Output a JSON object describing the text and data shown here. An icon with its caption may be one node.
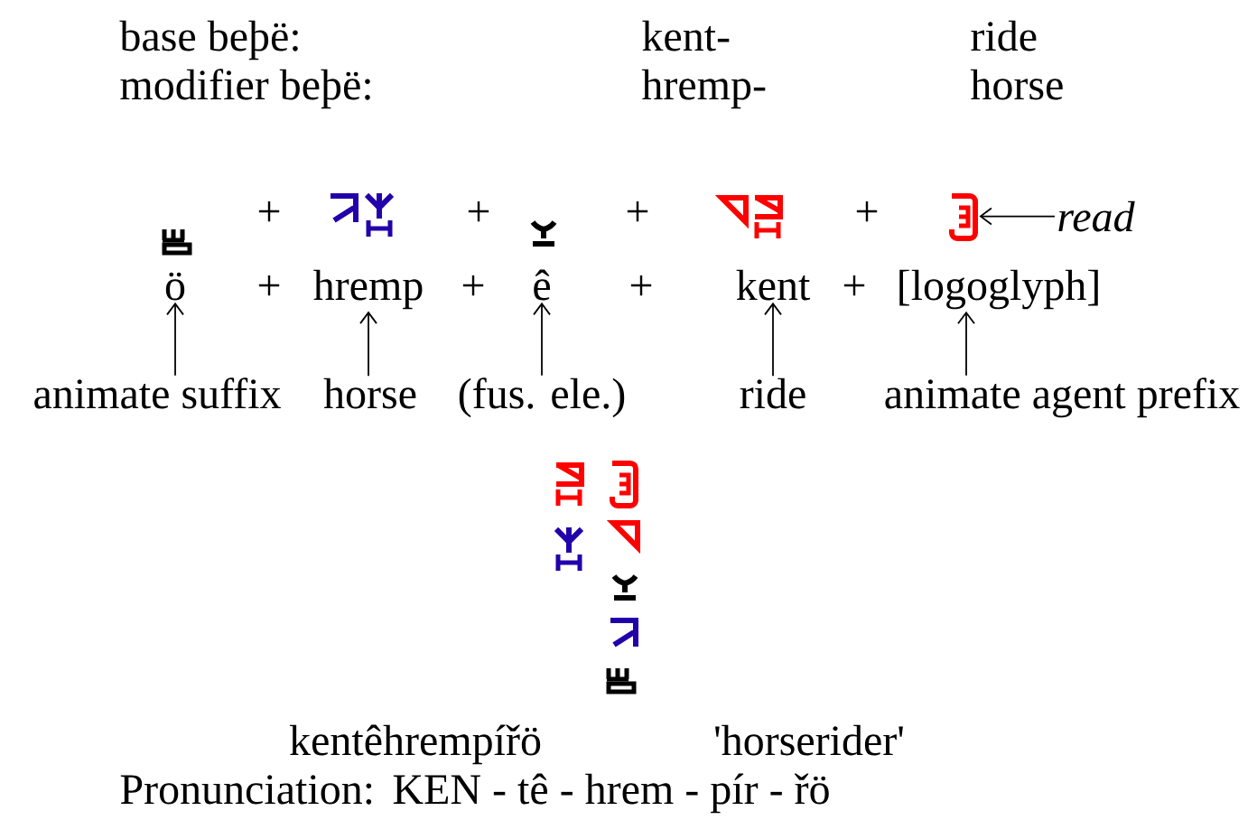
{
  "diagram": {
    "nodes": [
      {
        "text": [],
        "shape": "picture"
      },
      {
        "text": [
          "*read*"
        ]
      },
      {
        "text": [
          "ö"
        ]
      },
      {
        "text": [
          "hremp"
        ]
      },
      {
        "text": [
          "ê"
        ]
      },
      {
        "text": [
          "kent"
        ]
      },
      {
        "text": [
          "[logoglyph]"
        ]
      },
      {
        "text": [
          "animate suffix"
        ]
      },
      {
        "text": [
          "horse"
        ]
      },
      {
        "text": [
          "(fus. ele.)"
        ]
      },
      {
        "text": [
          "ride"
        ]
      },
      {
        "text": [
          "animate agent prefix"
        ]
      }
    ],
    "edges": [
      {
        "from": 1,
        "to": 0,
        "arrow": "to"
      },
      {
        "from": 7,
        "to": 2,
        "arrow": "to"
      },
      {
        "from": 8,
        "to": 3,
        "arrow": "to"
      },
      {
        "from": 9,
        "to": 4,
        "arrow": "to"
      },
      {
        "from": 10,
        "to": 5,
        "arrow": "to"
      },
      {
        "from": 11,
        "to": 6,
        "arrow": "to"
      }
    ],
    "labels": [
      "base beþë:",
      "kent-",
      "ride",
      "modifier beþë:",
      "hremp-",
      "horse",
      "+",
      "+",
      "+",
      "+",
      "+",
      "+",
      "+",
      "+",
      "kentêhrempířö",
      "'horserider'",
      "Pronunciation:",
      "KEN - tê - hrem - pír - řö"
    ]
  }
}
